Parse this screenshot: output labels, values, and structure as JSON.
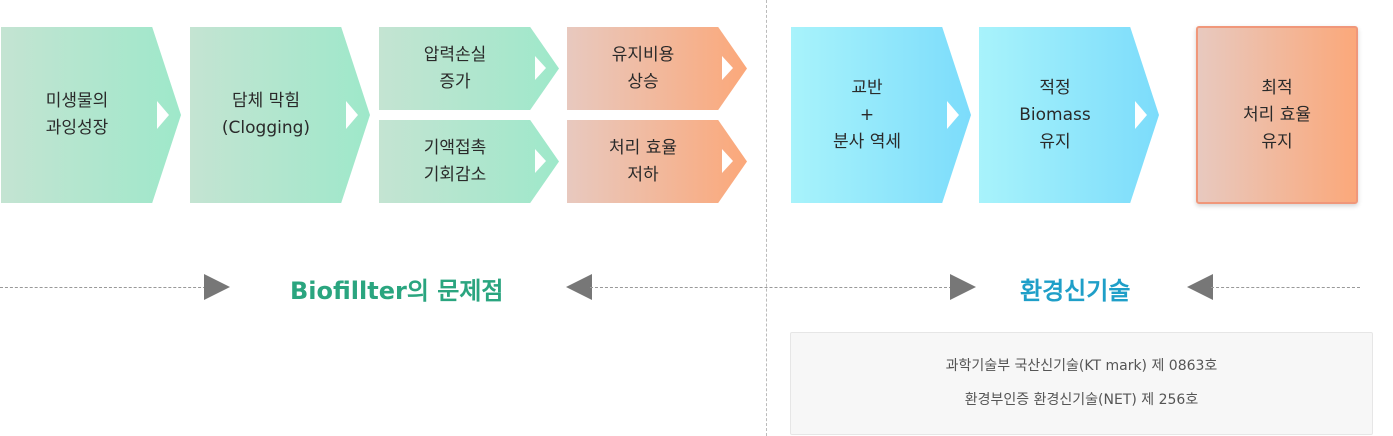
{
  "problems": {
    "title": "Biofillter의 문제점",
    "title_color": "#2aa57f",
    "boxes": [
      {
        "label": "미생물의\n과잉성장"
      },
      {
        "label": "담체 막힘\n(Clogging)"
      },
      {
        "label": "압력손실\n증가"
      },
      {
        "label": "기액접촉\n기회감소"
      },
      {
        "label": "유지비용\n상승"
      },
      {
        "label": "처리 효율\n저하"
      }
    ]
  },
  "solution": {
    "title": "환경신기술",
    "title_color": "#1f9fc8",
    "boxes": [
      {
        "label": "교반\n+\n분사 역세"
      },
      {
        "label": "적정\nBiomass\n유지"
      }
    ],
    "result": {
      "label": "최적\n처리 효율\n유지"
    }
  },
  "certifications": [
    "과학기술부 국산신기술(KT mark) 제 0863호",
    "환경부인증 환경신기술(NET) 제 256호"
  ],
  "colors": {
    "green_start": "#c4e4d2",
    "green_end": "#9ee8ca",
    "orange_start": "#e8c9bf",
    "orange_end": "#fba87a",
    "cyan_start": "#a8f3fb",
    "cyan_end": "#7cdcfb"
  }
}
